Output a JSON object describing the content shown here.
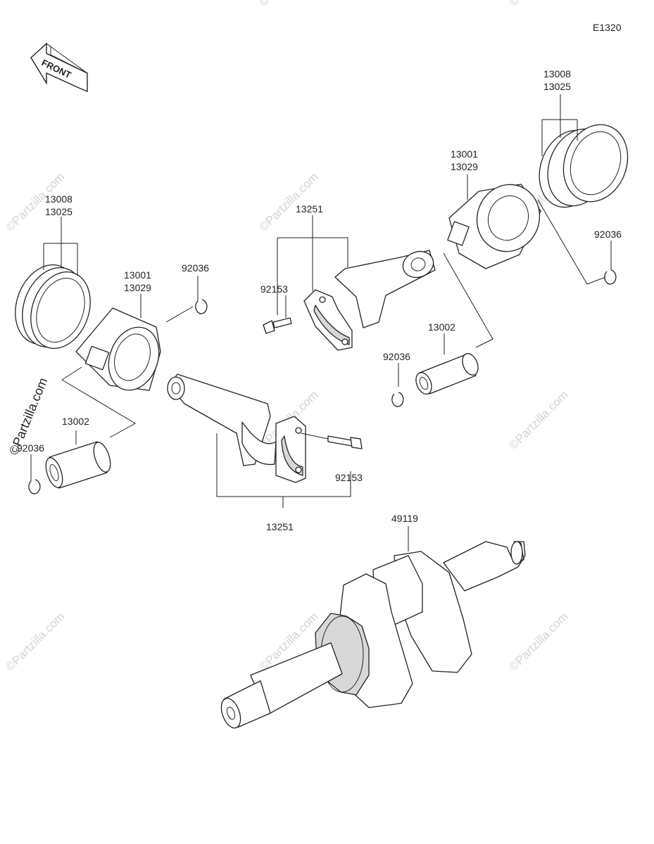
{
  "diagram_code": "E1320",
  "front_label": "FRONT",
  "watermark_text": "©Partzilla.com",
  "watermark_main": "©Partzilla.com",
  "labels": {
    "ring_left_a": "13008",
    "ring_left_b": "13025",
    "piston_left_a": "13001",
    "piston_left_b": "13029",
    "clip_left_top": "92036",
    "pin_left": "13002",
    "clip_left_bottom": "92036",
    "conrod_lower": "13251",
    "bolt_lower": "92153",
    "conrod_upper": "13251",
    "bolt_upper": "92153",
    "piston_right_a": "13001",
    "piston_right_b": "13029",
    "ring_right_a": "13008",
    "ring_right_b": "13025",
    "clip_right_top": "92036",
    "pin_right": "13002",
    "clip_right_bottom": "92036",
    "crankshaft": "49119"
  }
}
